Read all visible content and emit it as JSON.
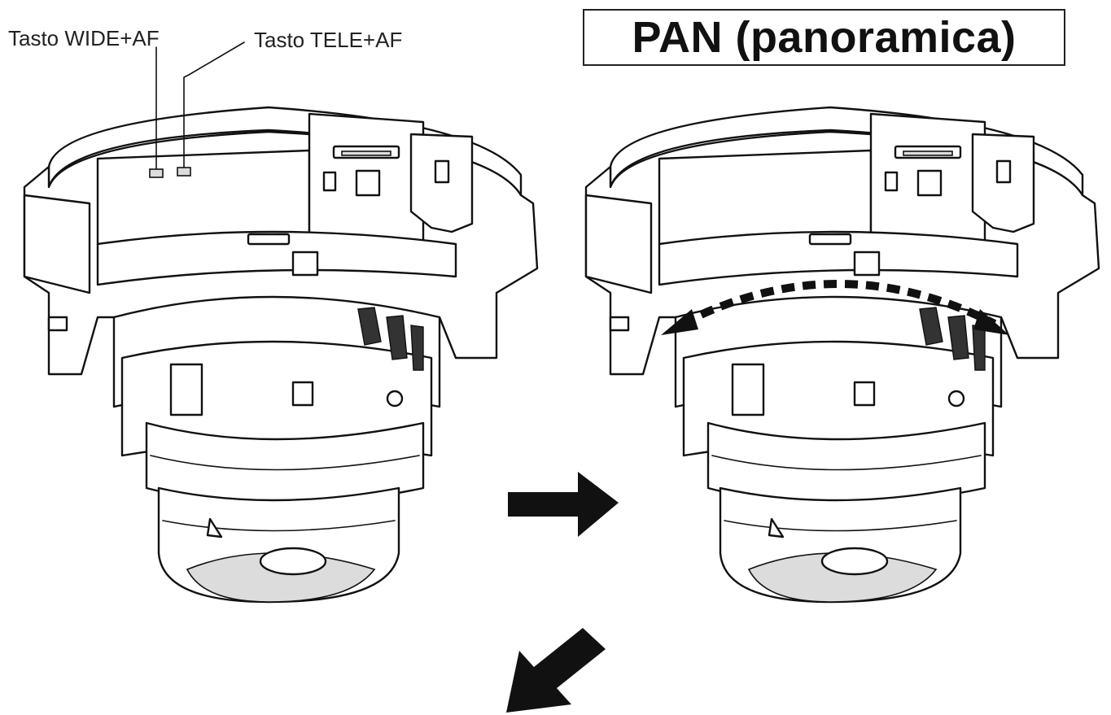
{
  "labels": {
    "wide_af": "Tasto WIDE+AF",
    "tele_af": "Tasto TELE+AF"
  },
  "title": "PAN (panoramica)",
  "icons": {
    "left_camera": "dome-camera-icon",
    "right_camera": "dome-camera-icon",
    "pan_arrow": "curved-double-arrow-icon",
    "next_arrow": "arrow-right-icon",
    "down_arrow": "arrow-down-left-icon"
  },
  "colors": {
    "line": "#111111",
    "background": "#ffffff"
  }
}
